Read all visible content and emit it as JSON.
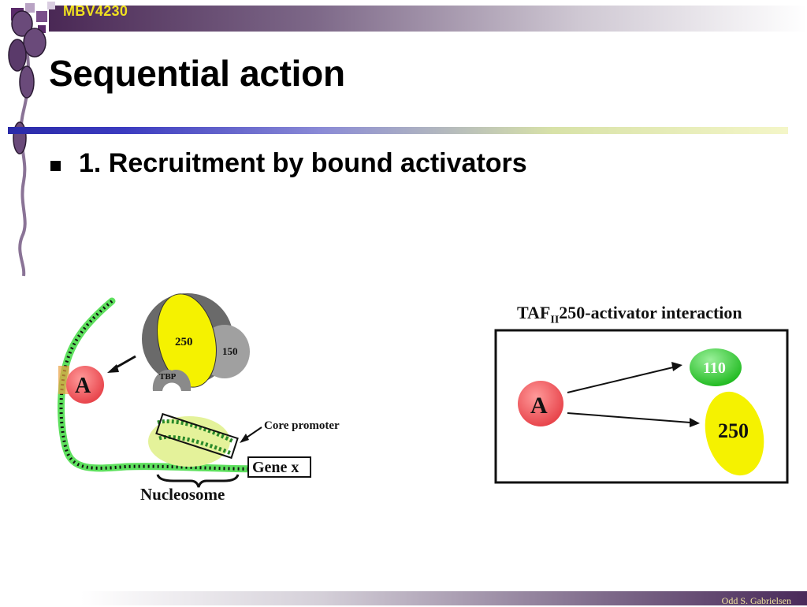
{
  "header": {
    "course_code": "MBV4230"
  },
  "slide": {
    "title": "Sequential action",
    "bullet": "1. Recruitment by bound activators"
  },
  "left_diagram": {
    "complex_labels": {
      "taf250": "250",
      "taf150": "150",
      "tbp": "TBP"
    },
    "activator_label": "A",
    "core_promoter_label": "Core promoter",
    "gene_label": "Gene x",
    "nucleosome_label": "Nucleosome"
  },
  "right_diagram": {
    "title_prefix": "TAF",
    "title_subscript": "II",
    "title_suffix": "250-activator interaction",
    "activator_label": "A",
    "taf110_label": "110",
    "taf250_label": "250"
  },
  "footer": {
    "author": "Odd S. Gabrielsen"
  },
  "colors": {
    "activator_red": "#e8454c",
    "taf250_yellow": "#f5f200",
    "taf110_green": "#22bb22",
    "nucleosome_yellow": "#e4f29a",
    "dna_green": "#5ee05e",
    "tfiid_dark_gray": "#6a6a6a",
    "taf150_gray": "#9a9a9a",
    "title_rule_blue": "#2a2aa8",
    "header_purple": "#4a2855",
    "course_code_yellow": "#f0e020"
  },
  "icons": [
    "bullet-square",
    "decorative-bead-chain",
    "decorative-squares"
  ]
}
